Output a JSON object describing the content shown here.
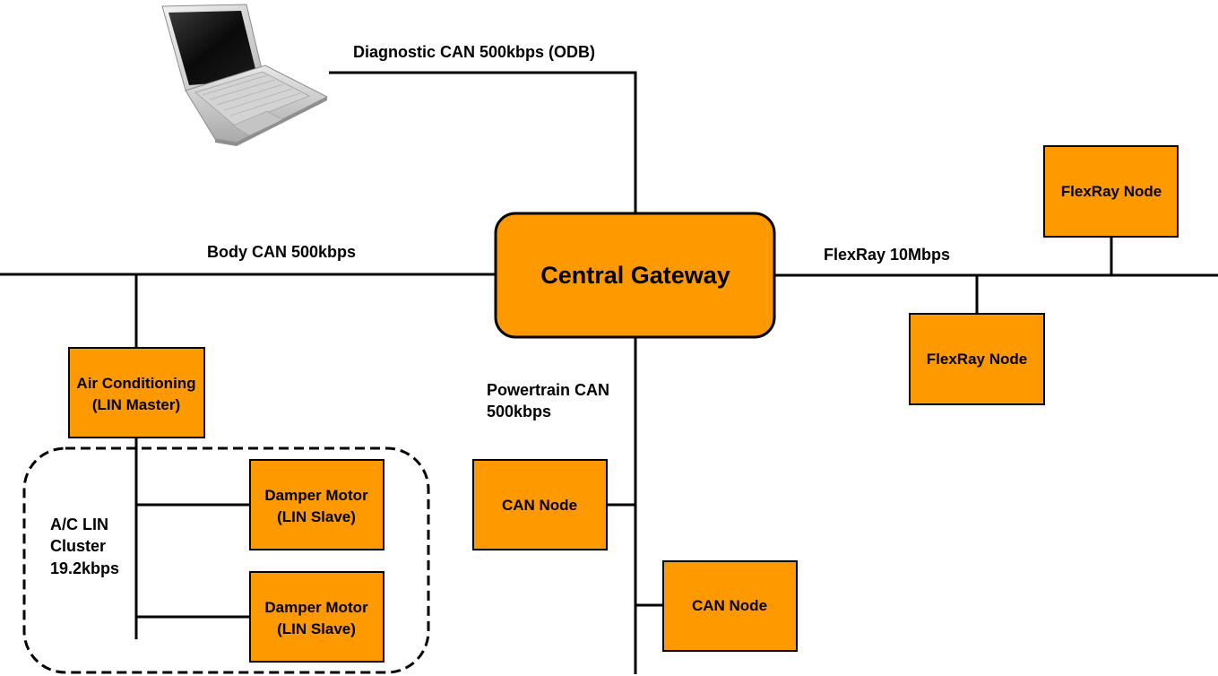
{
  "gateway": {
    "label": "Central Gateway"
  },
  "buses": {
    "diagnostic": "Diagnostic CAN 500kbps (ODB)",
    "body": "Body CAN 500kbps",
    "flexray": "FlexRay 10Mbps",
    "powertrain_line1": "Powertrain CAN",
    "powertrain_line2": "500kbps",
    "lin_line1": "A/C LIN",
    "lin_line2": "Cluster",
    "lin_line3": "19.2kbps"
  },
  "nodes": {
    "air_conditioning": {
      "line1": "Air Conditioning",
      "line2": "(LIN Master)"
    },
    "damper_motor_1": {
      "line1": "Damper Motor",
      "line2": "(LIN Slave)"
    },
    "damper_motor_2": {
      "line1": "Damper Motor",
      "line2": "(LIN Slave)"
    },
    "can_node_1": {
      "label": "CAN Node"
    },
    "can_node_2": {
      "label": "CAN Node"
    },
    "flexray_node_1": {
      "label": "FlexRay Node"
    },
    "flexray_node_2": {
      "label": "FlexRay Node"
    }
  },
  "colors": {
    "node_fill": "#FF9900",
    "stroke": "#000000",
    "background": "#FFFFFF"
  },
  "icons": {
    "laptop": "laptop-icon"
  }
}
